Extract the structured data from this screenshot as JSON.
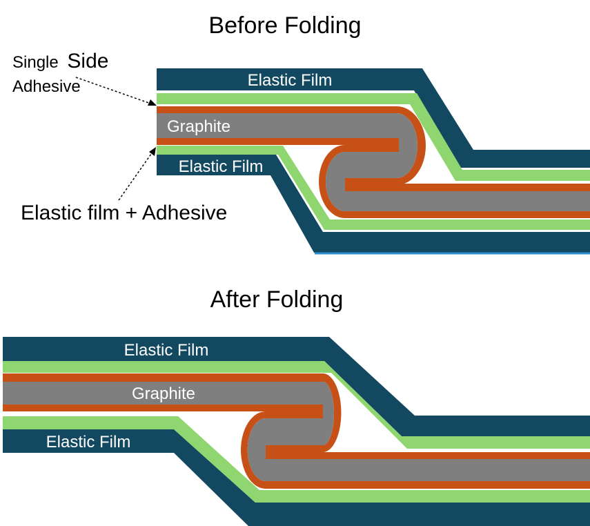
{
  "titles": {
    "before": "Before Folding",
    "after": "After Folding"
  },
  "callouts": {
    "single_side_word1": "Single",
    "single_side_word2": "Side",
    "single_side_word3": "Adhesive",
    "elastic_adhesive": "Elastic film + Adhesive"
  },
  "before": {
    "top_film": "Elastic Film",
    "graphite": "Graphite",
    "bottom_film": "Elastic Film"
  },
  "after": {
    "top_film": "Elastic Film",
    "graphite": "Graphite",
    "bottom_film": "Elastic Film"
  },
  "colors": {
    "elastic_film": "#134960",
    "adhesive": "#8fd670",
    "copper": "#c65016",
    "graphite": "#7f7f7f",
    "accent_line": "#2e8fcf"
  }
}
